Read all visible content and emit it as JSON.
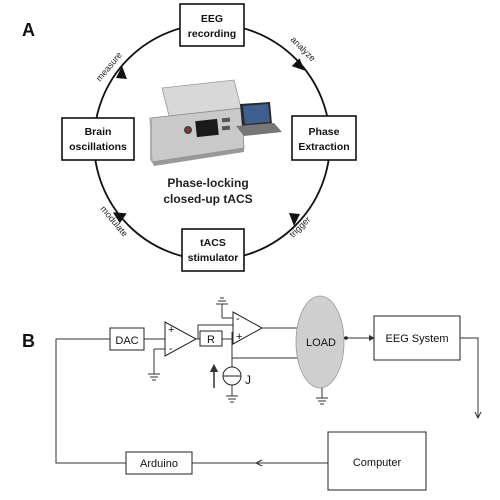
{
  "panel_a": {
    "label": "A",
    "nodes": {
      "eeg_recording": [
        "EEG",
        "recording"
      ],
      "phase_extraction": [
        "Phase",
        "Extraction"
      ],
      "tacs_stimulator": [
        "tACS",
        "stimulator"
      ],
      "brain_oscillations": [
        "Brain",
        "oscillations"
      ]
    },
    "arc_labels": {
      "measure": "measure",
      "analyze": "analyze",
      "trigger": "trigger",
      "modulate": "modulate"
    },
    "center_title": [
      "Phase-locking",
      "closed-up tACS"
    ]
  },
  "panel_b": {
    "label": "B",
    "dac": "DAC",
    "resistor": "R",
    "opamp_plus": "+",
    "opamp_minus": "-",
    "current_source": "J",
    "load": "LOAD",
    "eeg_system": "EEG System",
    "computer": "Computer",
    "arduino": "Arduino"
  }
}
